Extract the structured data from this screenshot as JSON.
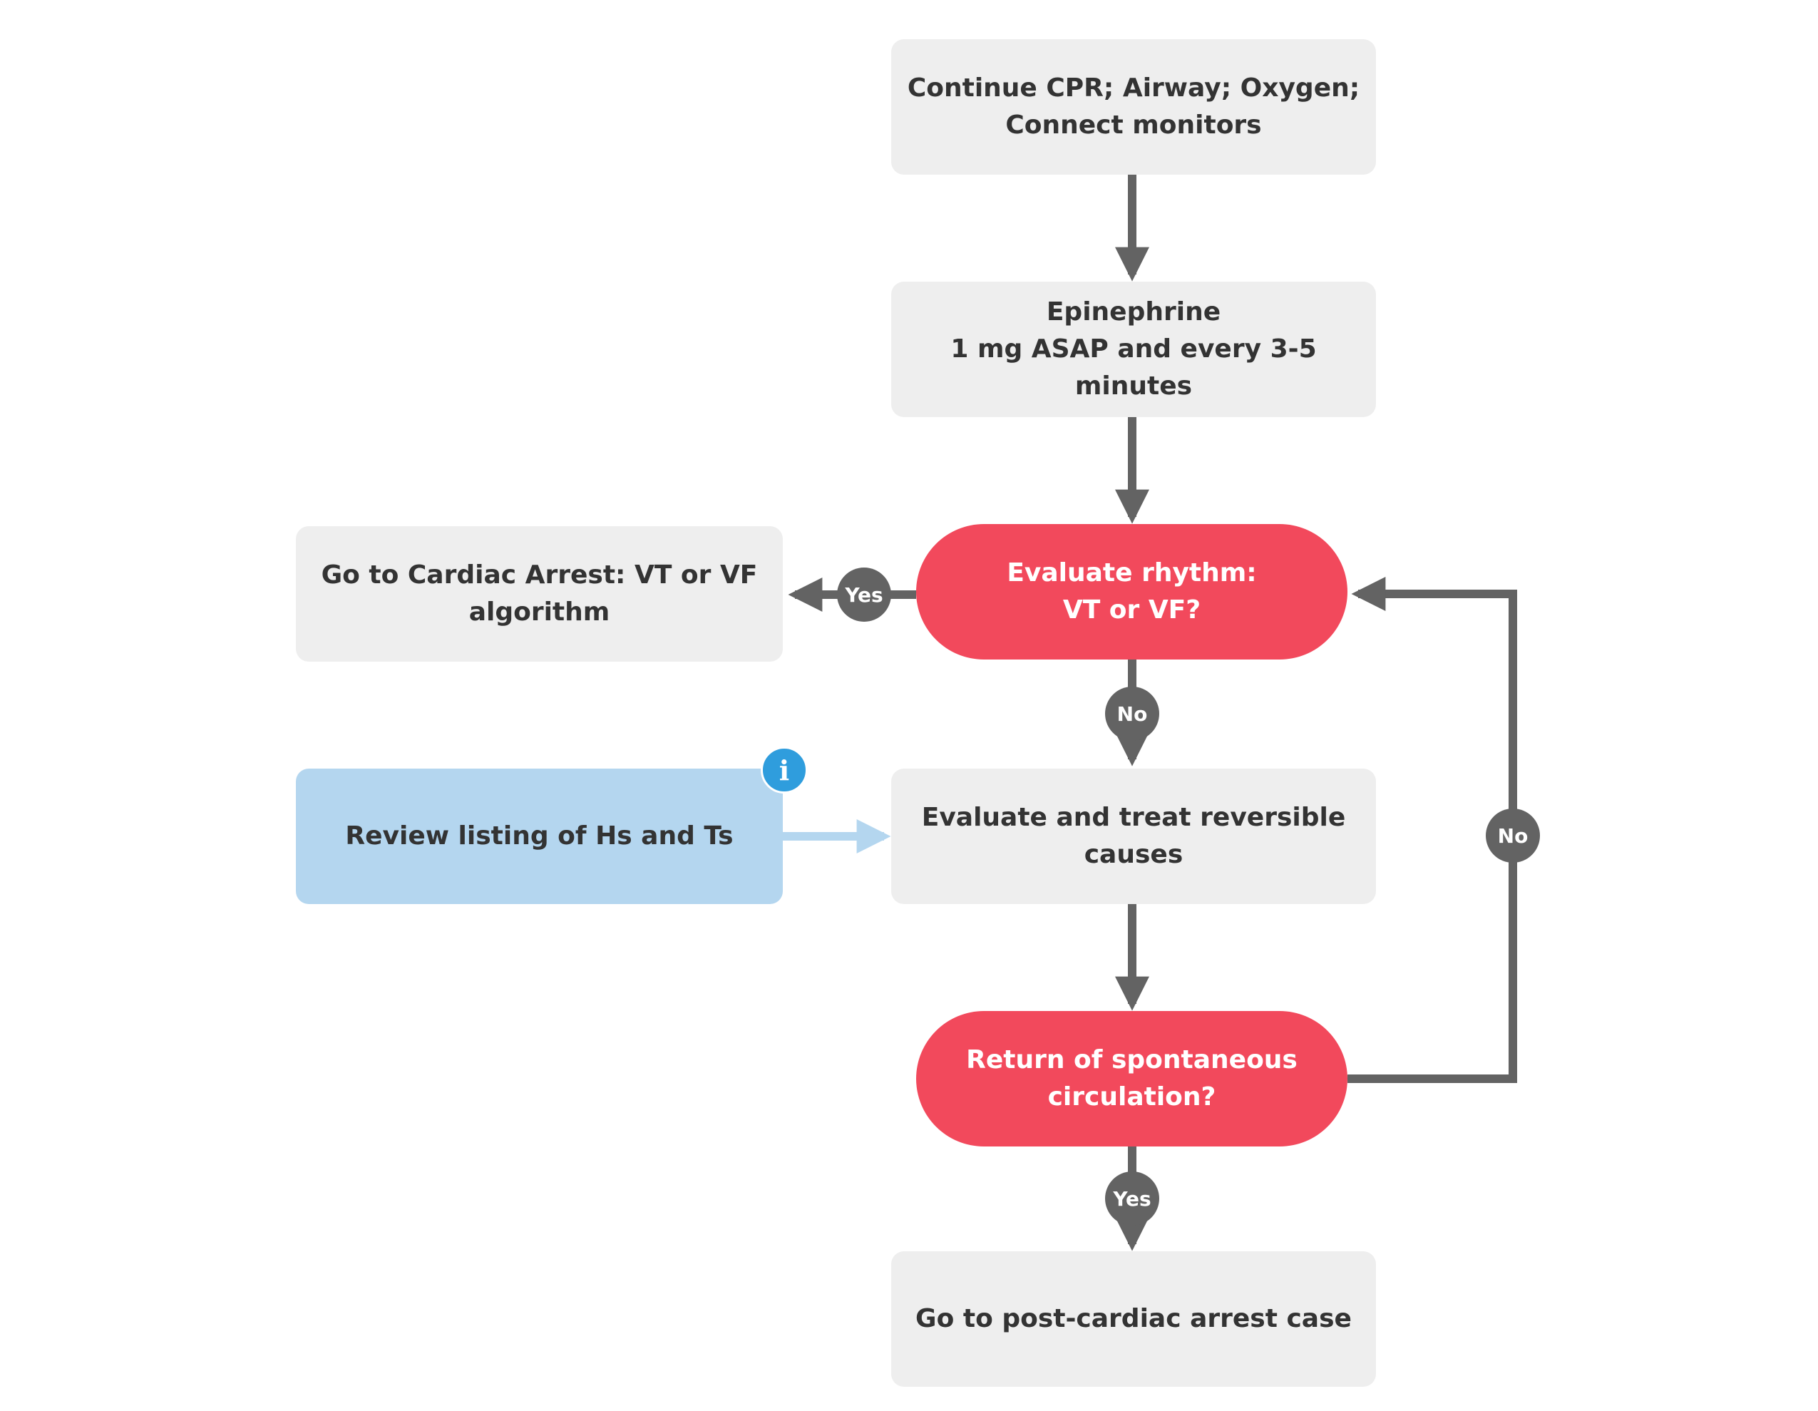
{
  "nodes": {
    "continue_cpr": "Continue CPR; Airway; Oxygen;\nConnect monitors",
    "epinephrine": "Epinephrine\n1 mg ASAP and every 3-5 minutes",
    "evaluate_rhythm": "Evaluate rhythm:\nVT or VF?",
    "go_vt_vf": "Go to Cardiac Arrest: VT or VF\nalgorithm",
    "review_hs_ts": "Review listing of Hs and Ts",
    "evaluate_treat": "Evaluate and treat reversible\ncauses",
    "rosc": "Return of spontaneous\ncirculation?",
    "post_arrest": "Go to post-cardiac arrest case"
  },
  "edge_labels": {
    "rhythm_yes": "Yes",
    "rhythm_no": "No",
    "rosc_no": "No",
    "rosc_yes": "Yes"
  },
  "icons": {
    "info": "info-icon"
  },
  "colors": {
    "box": "#eeeeee",
    "decision": "#f2495c",
    "info_box": "#b4d6ef",
    "connector": "#636363",
    "info_connector": "#b4d6ef",
    "info_icon": "#2f9ddd"
  }
}
